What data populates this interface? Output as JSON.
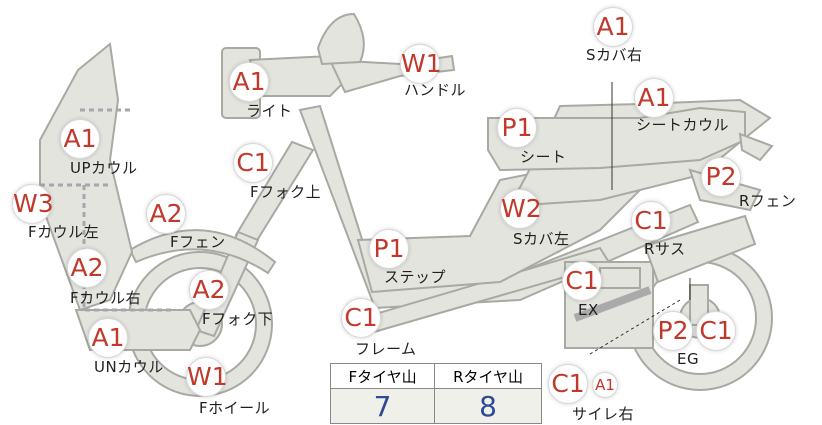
{
  "parts": [
    {
      "id": "sside-right",
      "name": "Sカバ右",
      "grade": "A1"
    },
    {
      "id": "handle",
      "name": "ハンドル",
      "grade": "W1"
    },
    {
      "id": "light",
      "name": "ライト",
      "grade": "A1"
    },
    {
      "id": "seat-cowl",
      "name": "シートカウル",
      "grade": "A1"
    },
    {
      "id": "seat",
      "name": "シート",
      "grade": "P1"
    },
    {
      "id": "up-cowl",
      "name": "UPカウル",
      "grade": "A1"
    },
    {
      "id": "ffork-up",
      "name": "Fフォク上",
      "grade": "C1"
    },
    {
      "id": "rfender",
      "name": "Rフェン",
      "grade": "P2"
    },
    {
      "id": "fcowl-left",
      "name": "Fカウル左",
      "grade": "W3"
    },
    {
      "id": "ffender",
      "name": "Fフェン",
      "grade": "A2"
    },
    {
      "id": "sside-left",
      "name": "Sカバ左",
      "grade": "W2"
    },
    {
      "id": "rsus",
      "name": "Rサス",
      "grade": "C1"
    },
    {
      "id": "step",
      "name": "ステップ",
      "grade": "P1"
    },
    {
      "id": "fcowl-right",
      "name": "Fカウル右",
      "grade": "A2"
    },
    {
      "id": "ffork-down",
      "name": "Fフォク下",
      "grade": "A2"
    },
    {
      "id": "ex",
      "name": "EX",
      "grade": "C1"
    },
    {
      "id": "frame",
      "name": "フレーム",
      "grade": "C1"
    },
    {
      "id": "un-cowl",
      "name": "UNカウル",
      "grade": "A1"
    },
    {
      "id": "eg",
      "name": "EG",
      "grades": [
        "P2",
        "C1"
      ]
    },
    {
      "id": "fwheel",
      "name": "Fホイール",
      "grade": "W1"
    },
    {
      "id": "silencer-right",
      "name": "サイレ右",
      "grades": [
        "C1",
        "A1"
      ]
    }
  ],
  "tire_table": {
    "front_label": "Fタイヤ山",
    "rear_label": "Rタイヤ山",
    "front_value": "7",
    "rear_value": "8"
  },
  "colors": {
    "grade_text": "#c0392b",
    "value_text": "#2d4a92",
    "part_fill": "#e4e4df"
  }
}
